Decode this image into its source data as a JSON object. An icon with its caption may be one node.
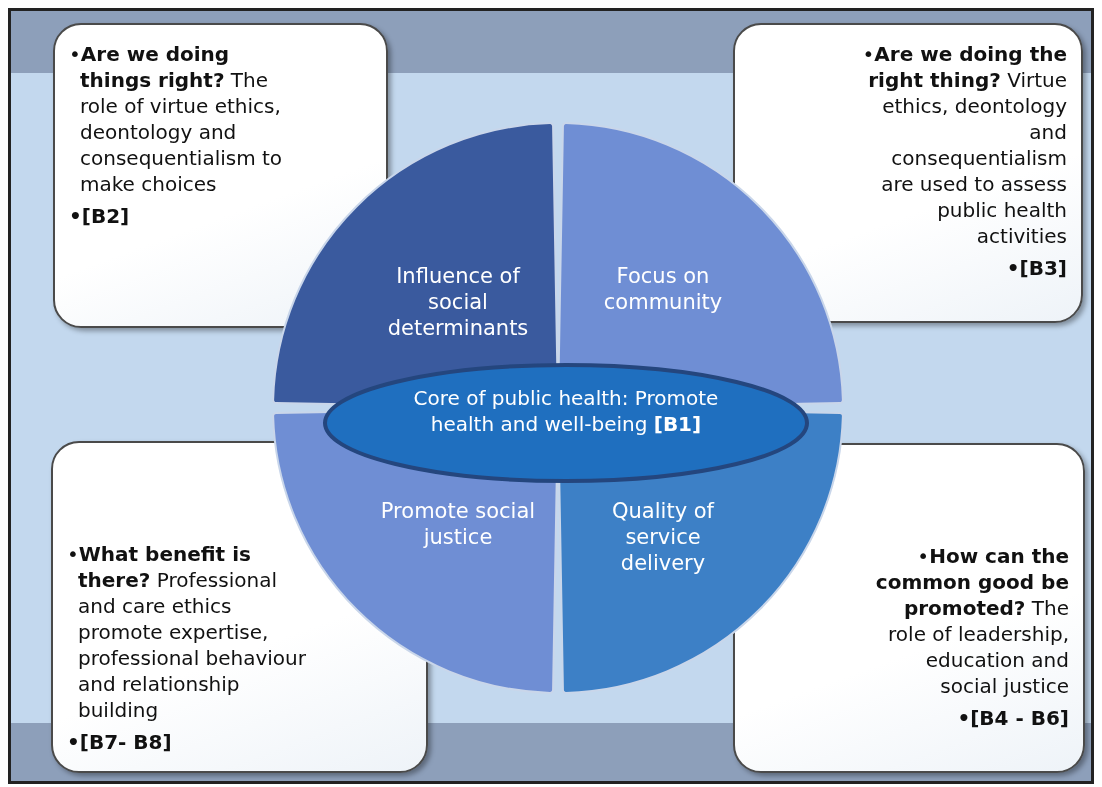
{
  "diagram": {
    "nodes": [
      {
        "text": [
          "•**Are we doing things right?** The role of virtue ethics, deontology and consequentialism to make choices",
          "•[B2]"
        ]
      },
      {
        "text": [
          "•**Are we doing the right thing?** Virtue ethics, deontology and consequentialism are used to assess public health activities",
          "•[B3]"
        ]
      },
      {
        "text": [
          "Influence of social determinants"
        ]
      },
      {
        "text": [
          "Focus on community"
        ]
      },
      {
        "text": [
          "Core of public health: Promote health and well-being **[B1]**"
        ]
      },
      {
        "text": [
          "Promote social justice"
        ]
      },
      {
        "text": [
          "Quality of service delivery"
        ]
      },
      {
        "text": [
          "•**What benefit is there?** Professional and care ethics promote expertise, professional behaviour and relationship building",
          "•[B7- B8]"
        ]
      },
      {
        "text": [
          "•**How can the common good be promoted?** The role of leadership, education and social justice",
          "•[B4 - B6]"
        ]
      }
    ]
  }
}
